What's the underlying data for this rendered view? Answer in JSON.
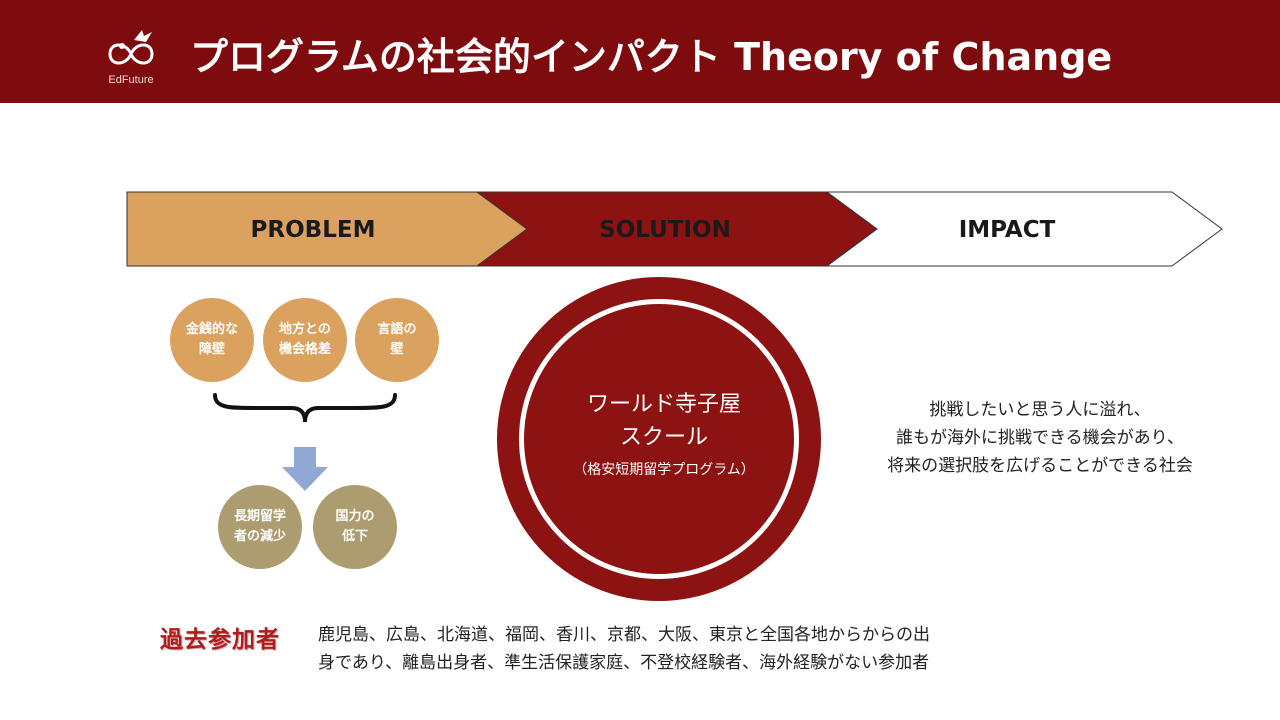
{
  "header": {
    "title": "プログラムの社会的インパクト Theory of Change",
    "logo_text": "EdFuture",
    "color": "#7e0c0e"
  },
  "stages": [
    {
      "label": "PROBLEM",
      "color": "#dba15f"
    },
    {
      "label": "SOLUTION",
      "color": "#8d1212"
    },
    {
      "label": "IMPACT",
      "color": "#ffffff"
    }
  ],
  "problem": {
    "causes": [
      "金銭的な\n障壁",
      "地方との\n機会格差",
      "言語の\n壁"
    ],
    "effects": [
      "長期留学\n者の減少",
      "国力の\n低下"
    ]
  },
  "solution": {
    "line1": "ワールド寺子屋",
    "line2": "スクール",
    "line3": "（格安短期留学プログラム）"
  },
  "impact": {
    "lines": [
      "挑戦したいと思う人に溢れ、",
      "誰もが海外に挑戦できる機会があり、",
      "将来の選択肢を広げることができる社会"
    ]
  },
  "past_participants": {
    "title": "過去参加者",
    "lines": [
      "鹿児島、広島、北海道、福岡、香川、京都、大阪、東京と全国各地からからの出",
      "身であり、離島出身者、準生活保護家庭、不登校経験者、海外経験がない参加者"
    ]
  }
}
